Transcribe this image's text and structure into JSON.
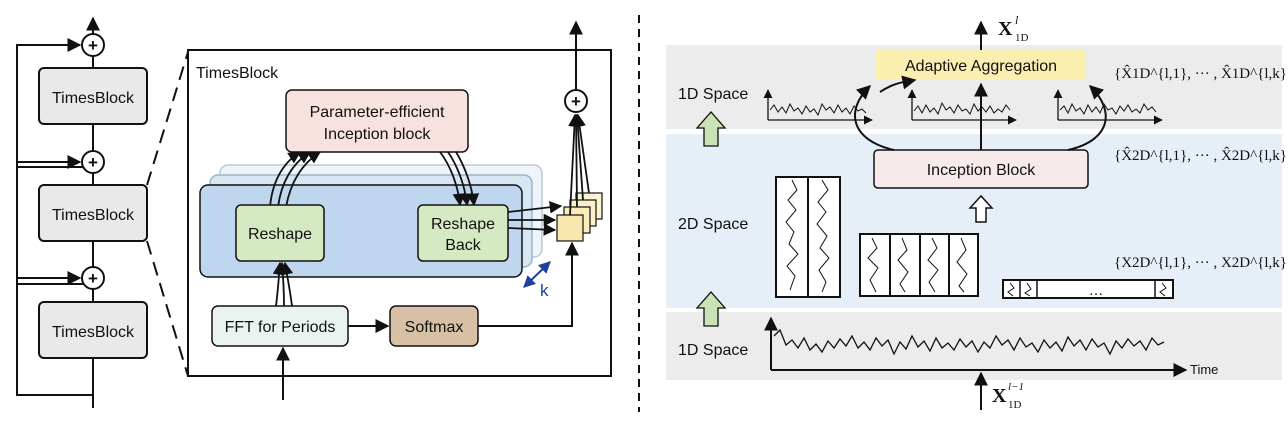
{
  "left_panel": {
    "stack_blocks": [
      "TimesBlock",
      "TimesBlock",
      "TimesBlock"
    ],
    "plus_symbol": "+"
  },
  "zoom_panel": {
    "title": "TimesBlock",
    "inception_line1": "Parameter-efficient",
    "inception_line2": "Inception block",
    "reshape": "Reshape",
    "reshape_back_line1": "Reshape",
    "reshape_back_line2": "Back",
    "k_label": "k",
    "fft": "FFT for Periods",
    "softmax": "Softmax",
    "plus_symbol": "+"
  },
  "right_panel": {
    "space_1d_top": "1D Space",
    "space_2d": "2D Space",
    "space_1d_bottom": "1D Space",
    "adaptive_aggregation": "Adaptive Aggregation",
    "inception_block": "Inception Block",
    "time_axis": "Time",
    "ellipsis": "…",
    "output_label": "X",
    "output_sup": "l",
    "output_sub": "1D",
    "input_label": "X",
    "input_sup": "l−1",
    "input_sub": "1D",
    "set_1d_hat": "{X̂1D^{l,1}, ··· , X̂1D^{l,k}}",
    "set_2d_hat": "{X̂2D^{l,1}, ··· , X̂2D^{l,k}}",
    "set_2d": "{X2D^{l,1}, ··· , X2D^{l,k}}",
    "colors": {
      "band_gray": "#ececec",
      "band_blue": "#e6eff8",
      "adaptive_yellow": "#fbefb0",
      "inception_pink": "#f7eaea",
      "green_arrow": "#c9e3b6"
    }
  }
}
